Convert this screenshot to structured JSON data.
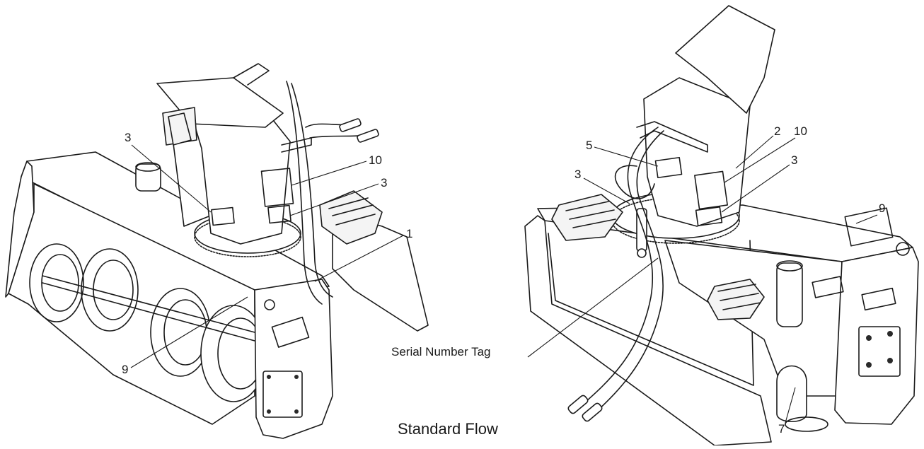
{
  "caption": "Standard Flow",
  "left_view": {
    "callouts": [
      {
        "id": "l3a",
        "text": "3"
      },
      {
        "id": "l10",
        "text": "10"
      },
      {
        "id": "l3b",
        "text": "3"
      },
      {
        "id": "l1",
        "text": "1"
      },
      {
        "id": "l9",
        "text": "9"
      }
    ]
  },
  "right_view": {
    "callouts": [
      {
        "id": "r5",
        "text": "5"
      },
      {
        "id": "r2",
        "text": "2"
      },
      {
        "id": "r10",
        "text": "10"
      },
      {
        "id": "r3a",
        "text": "3"
      },
      {
        "id": "r3b",
        "text": "3"
      },
      {
        "id": "r9",
        "text": "9"
      },
      {
        "id": "r7",
        "text": "7"
      }
    ],
    "serial_tag_label": "Serial Number Tag"
  }
}
